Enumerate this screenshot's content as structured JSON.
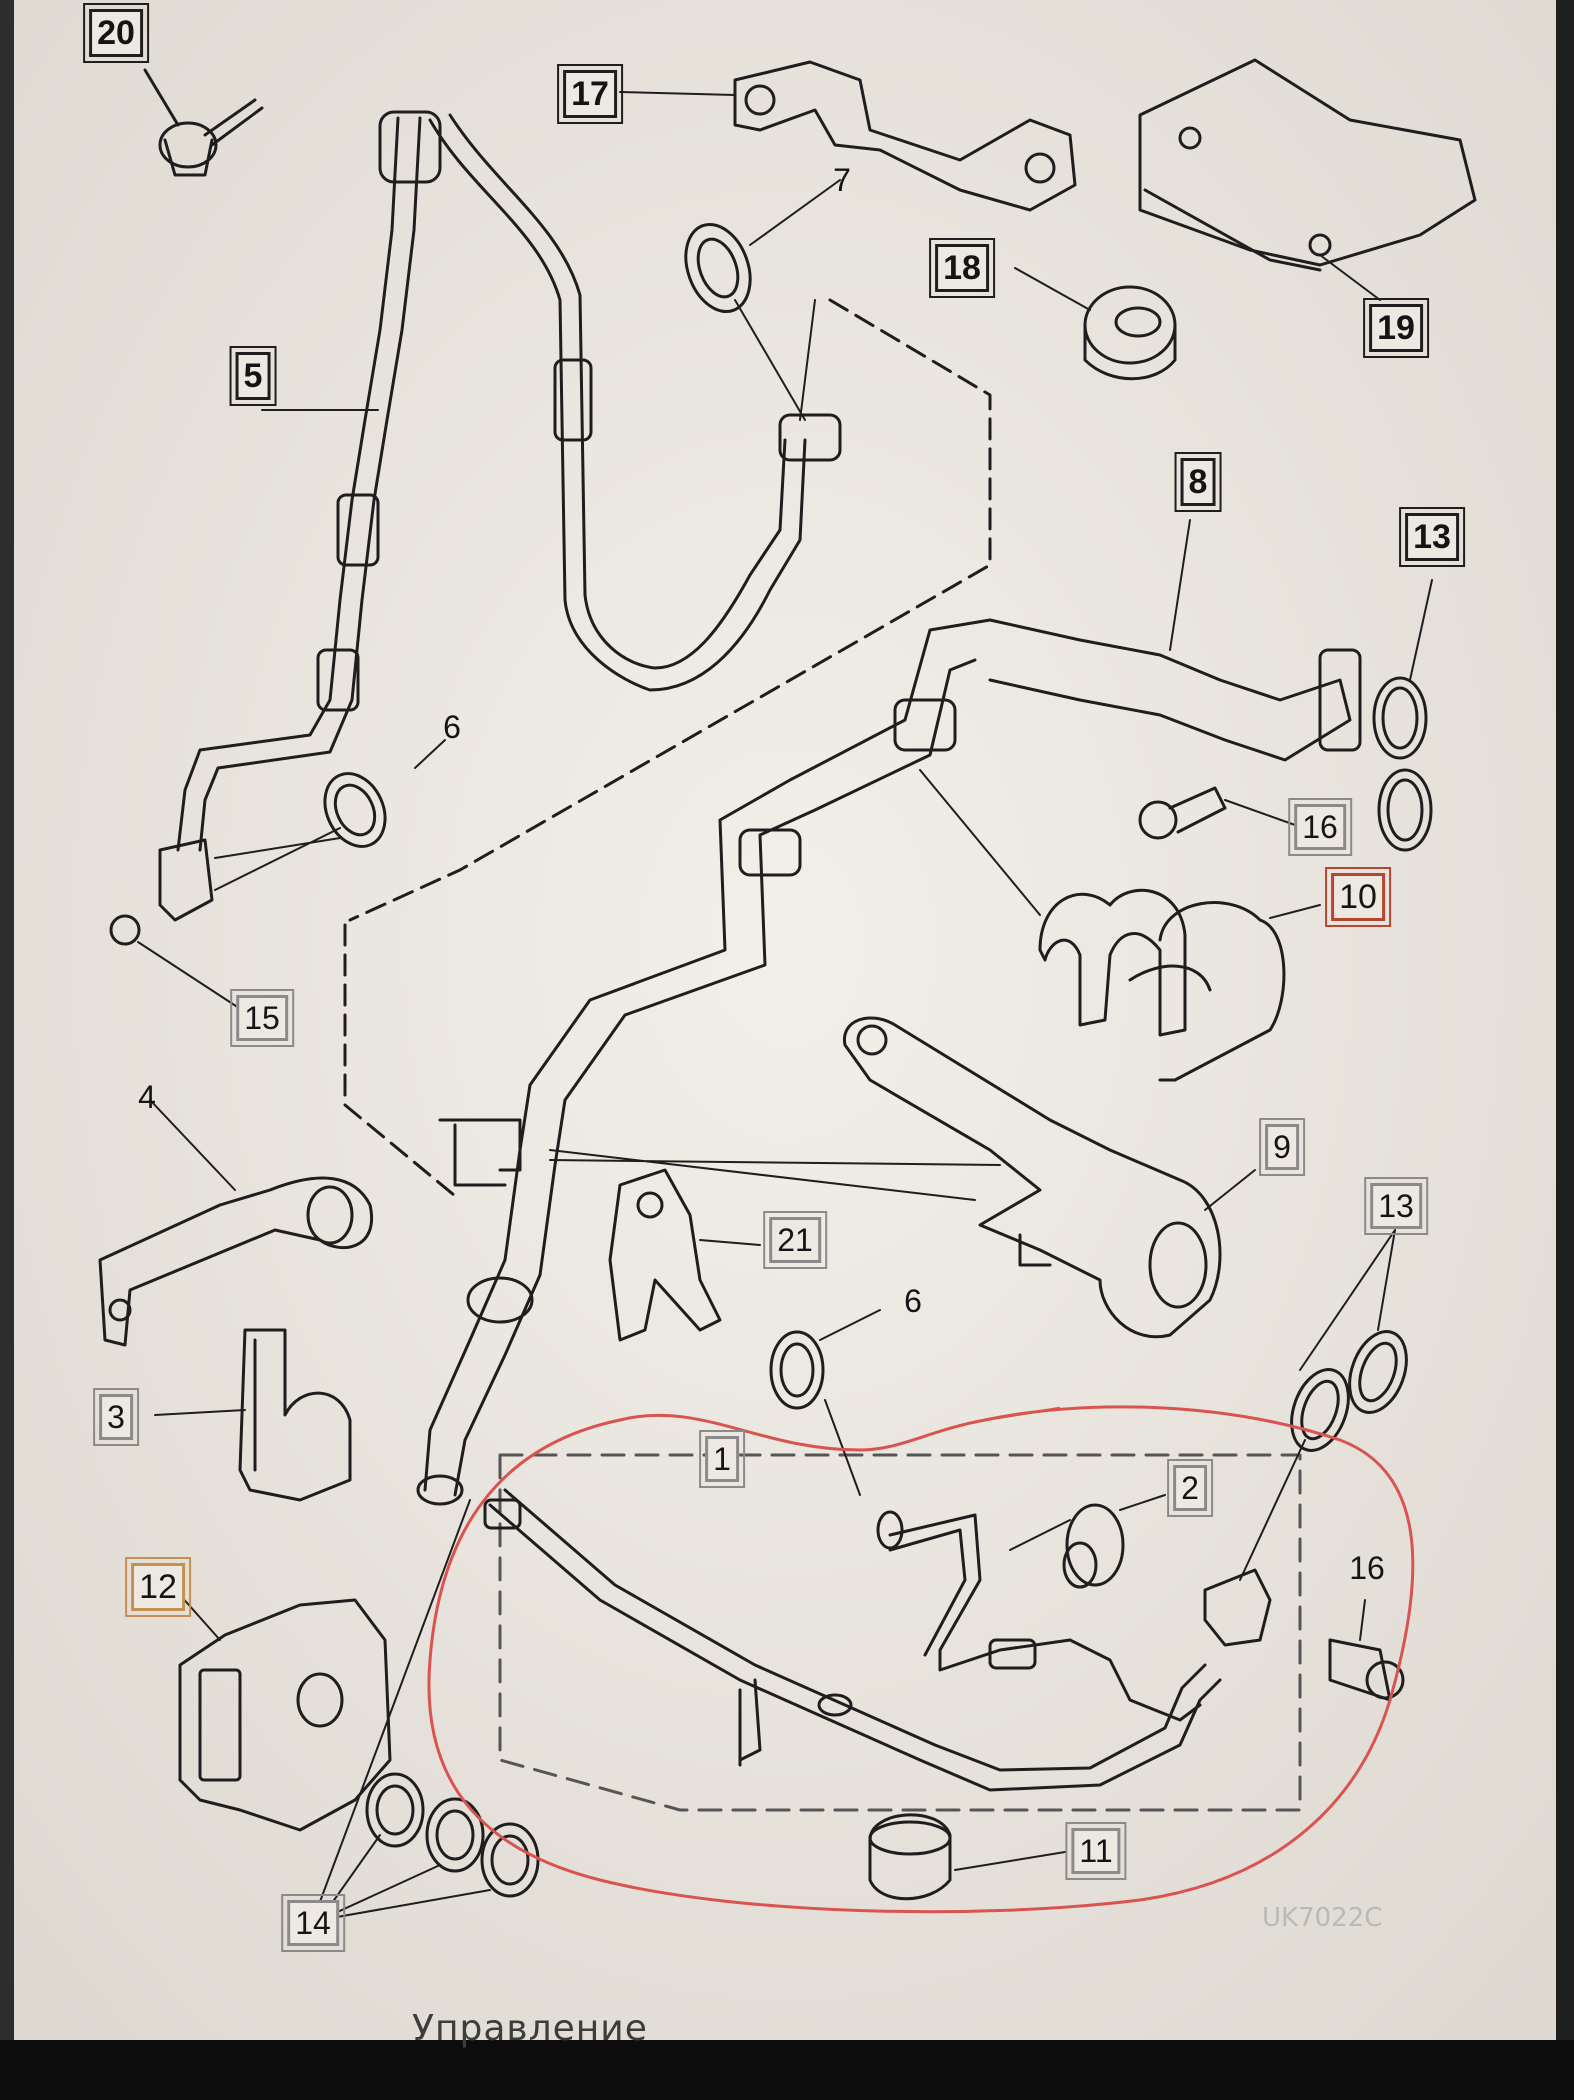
{
  "diagram": {
    "callouts": {
      "c1": "1",
      "c2": "2",
      "c3": "3",
      "c4": "4",
      "c5": "5",
      "c6a": "6",
      "c6b": "6",
      "c7": "7",
      "c8": "8",
      "c9": "9",
      "c10": "10",
      "c11": "11",
      "c12": "12",
      "c13a": "13",
      "c13b": "13",
      "c14": "14",
      "c15": "15",
      "c16a": "16",
      "c16b": "16",
      "c17": "17",
      "c18": "18",
      "c19": "19",
      "c20": "20",
      "c21": "21"
    },
    "footer_text": "Управление",
    "watermark_text": "UK7022C"
  },
  "colors": {
    "ink": "#1e1e1e",
    "paper": "#ede9e2",
    "highlight_circle": "#d9534f",
    "callout_10_border": "#b4472f",
    "callout_12_border": "#c3914f"
  }
}
